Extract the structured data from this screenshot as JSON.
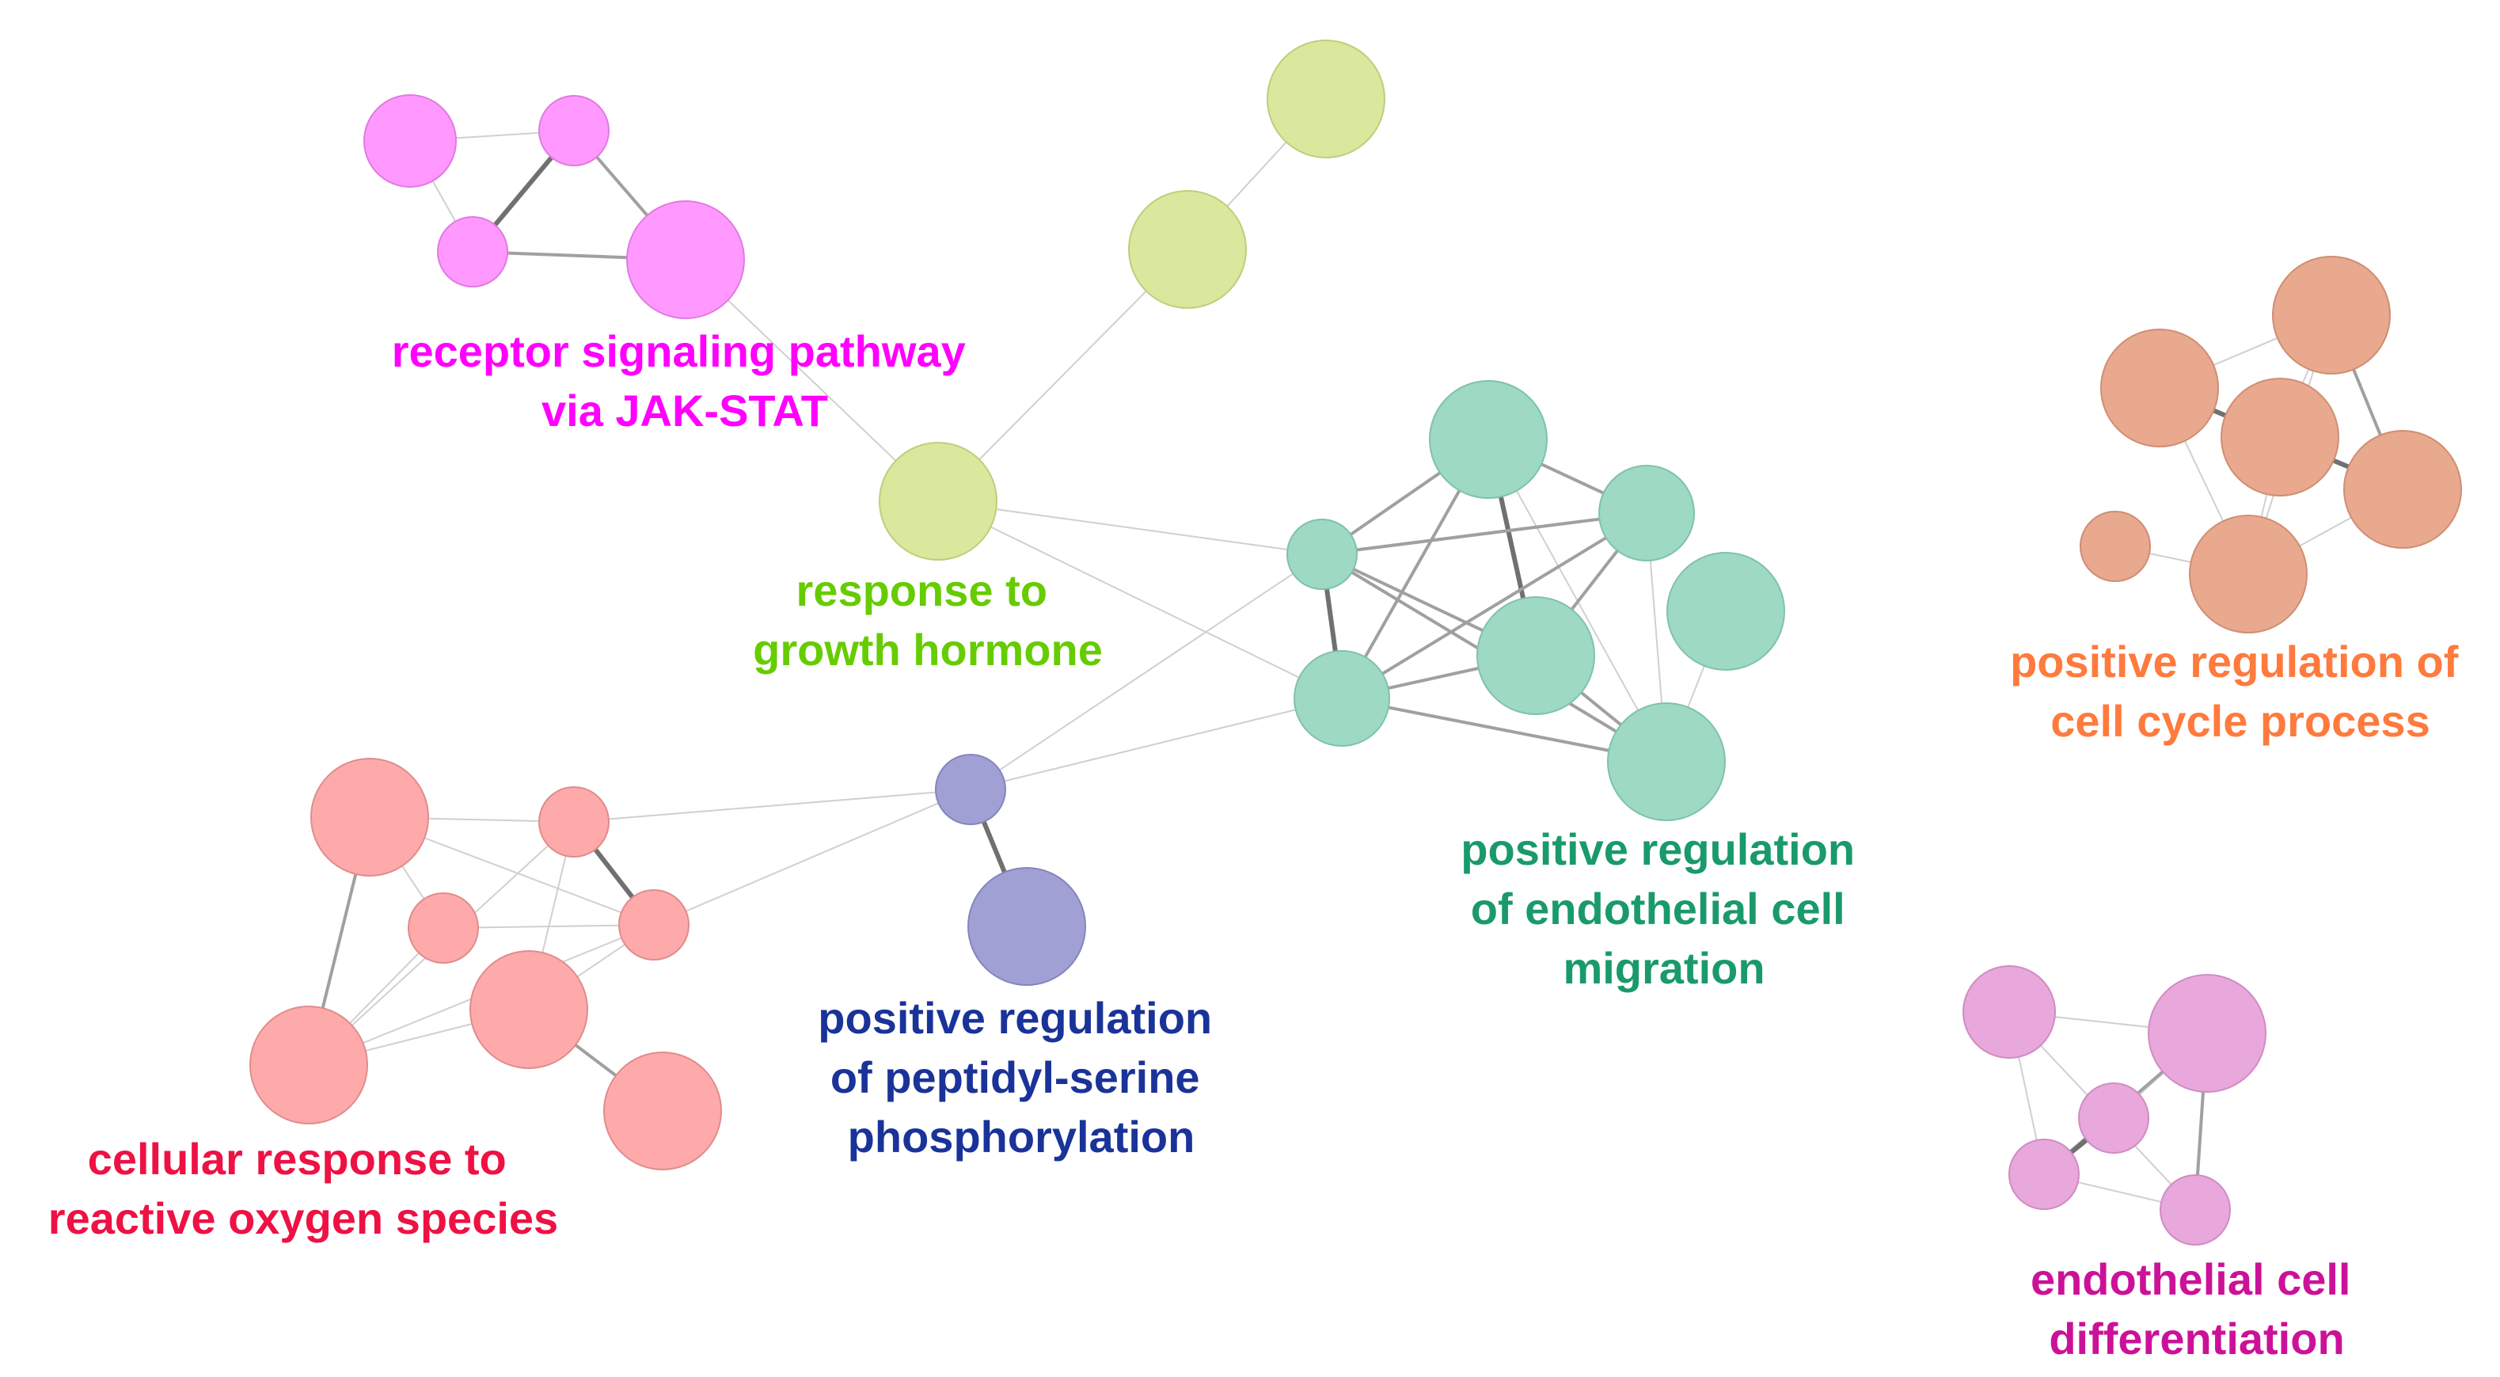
{
  "clusters": [
    {
      "id": "jak",
      "label_lines": [
        "receptor signaling pathway",
        "via JAK-STAT"
      ],
      "label_color": "#ff00ff",
      "node_fill": "#ff99ff",
      "node_stroke": "#e07ae0"
    },
    {
      "id": "gh",
      "label_lines": [
        "response to",
        "growth hormone"
      ],
      "label_color": "#66cc00",
      "node_fill": "#d9e89c",
      "node_stroke": "#bccf7a"
    },
    {
      "id": "endo_mig",
      "label_lines": [
        "positive regulation",
        "of endothelial cell",
        "migration"
      ],
      "label_color": "#1a9a6a",
      "node_fill": "#9ed9c3",
      "node_stroke": "#7fc2aa"
    },
    {
      "id": "cell_cycle",
      "label_lines": [
        "positive regulation of",
        "cell cycle process"
      ],
      "label_color": "#ff7a3d",
      "node_fill": "#e8a98f",
      "node_stroke": "#cf8e74"
    },
    {
      "id": "ros",
      "label_lines": [
        "cellular response to",
        "reactive oxygen species"
      ],
      "label_color": "#ee1144",
      "node_fill": "#ffaaaa",
      "node_stroke": "#e08c8c"
    },
    {
      "id": "serine",
      "label_lines": [
        "positive regulation",
        "of peptidyl-serine",
        "phosphorylation"
      ],
      "label_color": "#1a3399",
      "node_fill": "#a0a0d4",
      "node_stroke": "#8585bd"
    },
    {
      "id": "endo_diff",
      "label_lines": [
        "endothelial cell",
        "differentiation"
      ],
      "label_color": "#cc1199",
      "node_fill": "#e8a8dc",
      "node_stroke": "#d08cc3"
    }
  ]
}
